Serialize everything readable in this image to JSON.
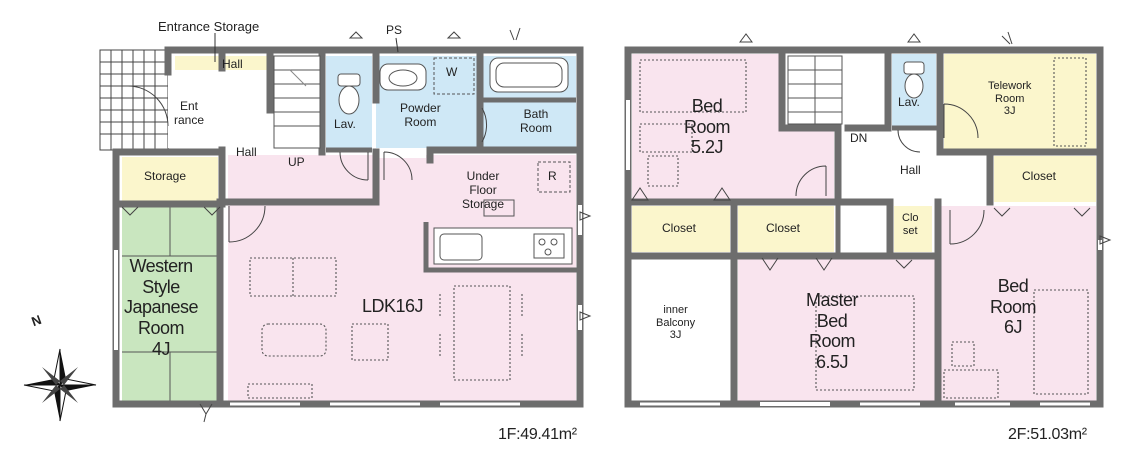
{
  "first_floor": {
    "area": "1F:49.41m²",
    "rooms": {
      "entrance_storage": "Entrance Storage",
      "ps": "PS",
      "hall": "Hall",
      "entrance": "Ent\nrance",
      "hall_main": "Hall",
      "up": "UP",
      "lav": "Lav.",
      "powder_room": "Powder\nRoom",
      "washer": "W",
      "bath_room": "Bath\nRoom",
      "storage": "Storage",
      "under_floor_storage": "Under\nFloor\nStorage",
      "refrigerator": "R",
      "japanese_room": "Western\nStyle\nJapanese\nRoom\n4J",
      "ldk": "LDK16J"
    }
  },
  "second_floor": {
    "area": "2F:51.03m²",
    "rooms": {
      "bed_room_1": "Bed\nRoom\n5.2J",
      "lav": "Lav.",
      "telework_room": "Telework\nRoom\n3J",
      "dn": "DN",
      "hall": "Hall",
      "closet_right": "Closet",
      "closet_left": "Closet",
      "closet_center": "Closet",
      "closet_small": "Clo\nset",
      "inner_balcony": "inner\nBalcony\n3J",
      "master_bed_room": "Master\nBed\nRoom\n6.5J",
      "bed_room_2": "Bed\nRoom\n6J"
    }
  },
  "compass": {
    "label": "N"
  },
  "colors": {
    "pink": "#f9e4ee",
    "blue": "#cfe8f6",
    "green": "#c9e6bf",
    "yellow": "#fbf6cc",
    "wall": "#6d6d6d"
  }
}
